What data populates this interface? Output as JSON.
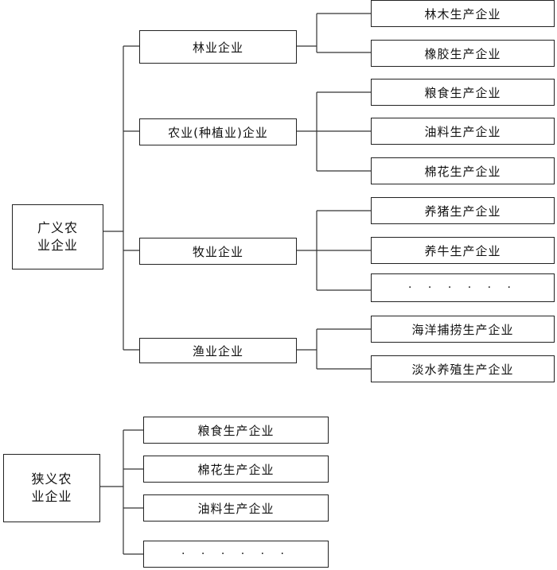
{
  "broad": {
    "root": [
      "广义农",
      "业企业"
    ],
    "branches": [
      {
        "label": "林业企业",
        "children": [
          "林木生产企业",
          "橡胶生产企业"
        ]
      },
      {
        "label": "农业(种植业)企业",
        "children": [
          "粮食生产企业",
          "油料生产企业",
          "棉花生产企业"
        ]
      },
      {
        "label": "牧业企业",
        "children": [
          "养猪生产企业",
          "养牛生产企业",
          "· · · · · ·"
        ]
      },
      {
        "label": "渔业企业",
        "children": [
          "海洋捕捞生产企业",
          "淡水养殖生产企业"
        ]
      }
    ]
  },
  "narrow": {
    "root": [
      "狭义农",
      "业企业"
    ],
    "children": [
      "粮食生产企业",
      "棉花生产企业",
      "油料生产企业",
      "· · · · · ·"
    ]
  }
}
